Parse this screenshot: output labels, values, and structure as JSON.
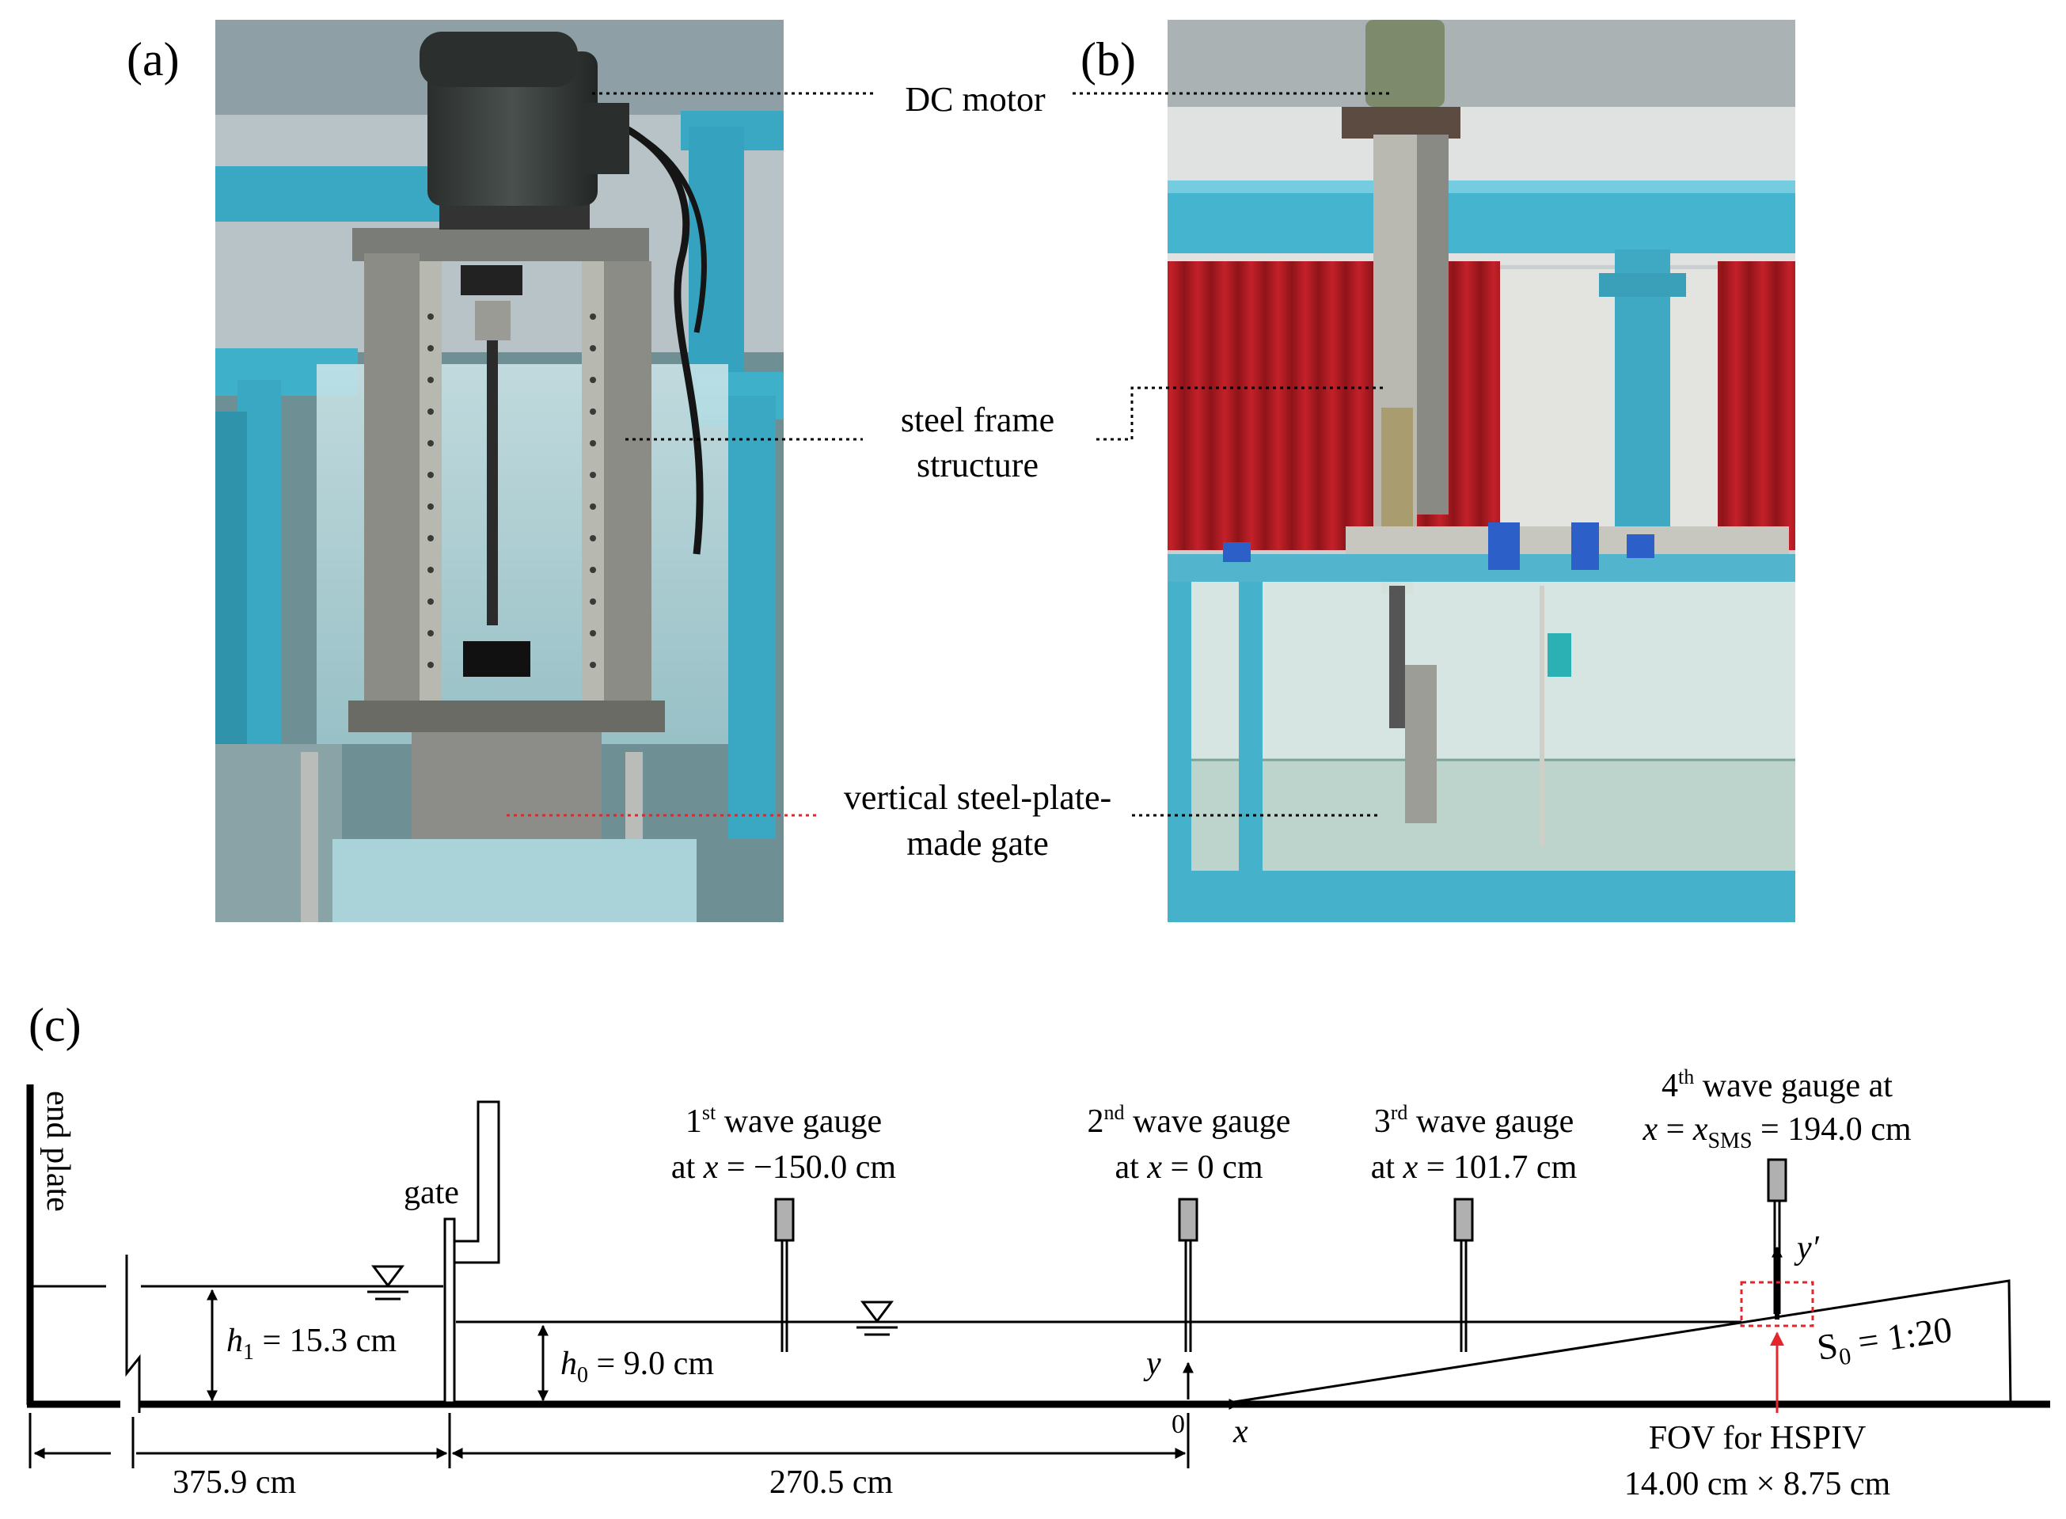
{
  "panels": {
    "a": "(a)",
    "b": "(b)",
    "c": "(c)"
  },
  "callouts": {
    "dc_motor": "DC motor",
    "steel_frame_1": "steel frame",
    "steel_frame_2": "structure",
    "gate_1": "vertical steel-plate-",
    "gate_2": "made gate"
  },
  "diagram": {
    "end_plate": "end plate",
    "gate": "gate",
    "h1_sym": "h",
    "h1_sub": "1",
    "h1_val": " = 15.3 cm",
    "h0_sym": "h",
    "h0_sub": "0",
    "h0_val": " = 9.0 cm",
    "g1_num": "1",
    "g1_sup": "st",
    "g1_rest": " wave gauge",
    "g1_at": "at ",
    "g1_x": "x",
    "g1_val": " = −150.0 cm",
    "g2_num": "2",
    "g2_sup": "nd",
    "g2_rest": " wave gauge",
    "g2_at": "at ",
    "g2_x": "x",
    "g2_val": " = 0 cm",
    "g3_num": "3",
    "g3_sup": "rd",
    "g3_rest": "  wave gauge",
    "g3_at": "at ",
    "g3_x": "x",
    "g3_val": " = 101.7 cm",
    "g4_num": "4",
    "g4_sup": "th",
    "g4_rest": " wave gauge at",
    "g4_x1": "x",
    "g4_eq": " = ",
    "g4_x2": "x",
    "g4_sub": "SMS",
    "g4_val": " = 194.0 cm",
    "y_label": "y",
    "yprime_label": "y′",
    "origin": "0",
    "x_label": "x",
    "slope_sym": "S",
    "slope_sub": "0",
    "slope_val": " = 1:20",
    "fov_1": "FOV for HSPIV",
    "fov_2": "14.00 cm × 8.75 cm",
    "dim_1": "375.9 cm",
    "dim_2": "270.5 cm"
  },
  "colors": {
    "accent_red": "#e3262b",
    "pipe_blue": "#45b4cf",
    "curtain_red": "#b51b22",
    "gauge_gray": "#b0b0b0"
  }
}
